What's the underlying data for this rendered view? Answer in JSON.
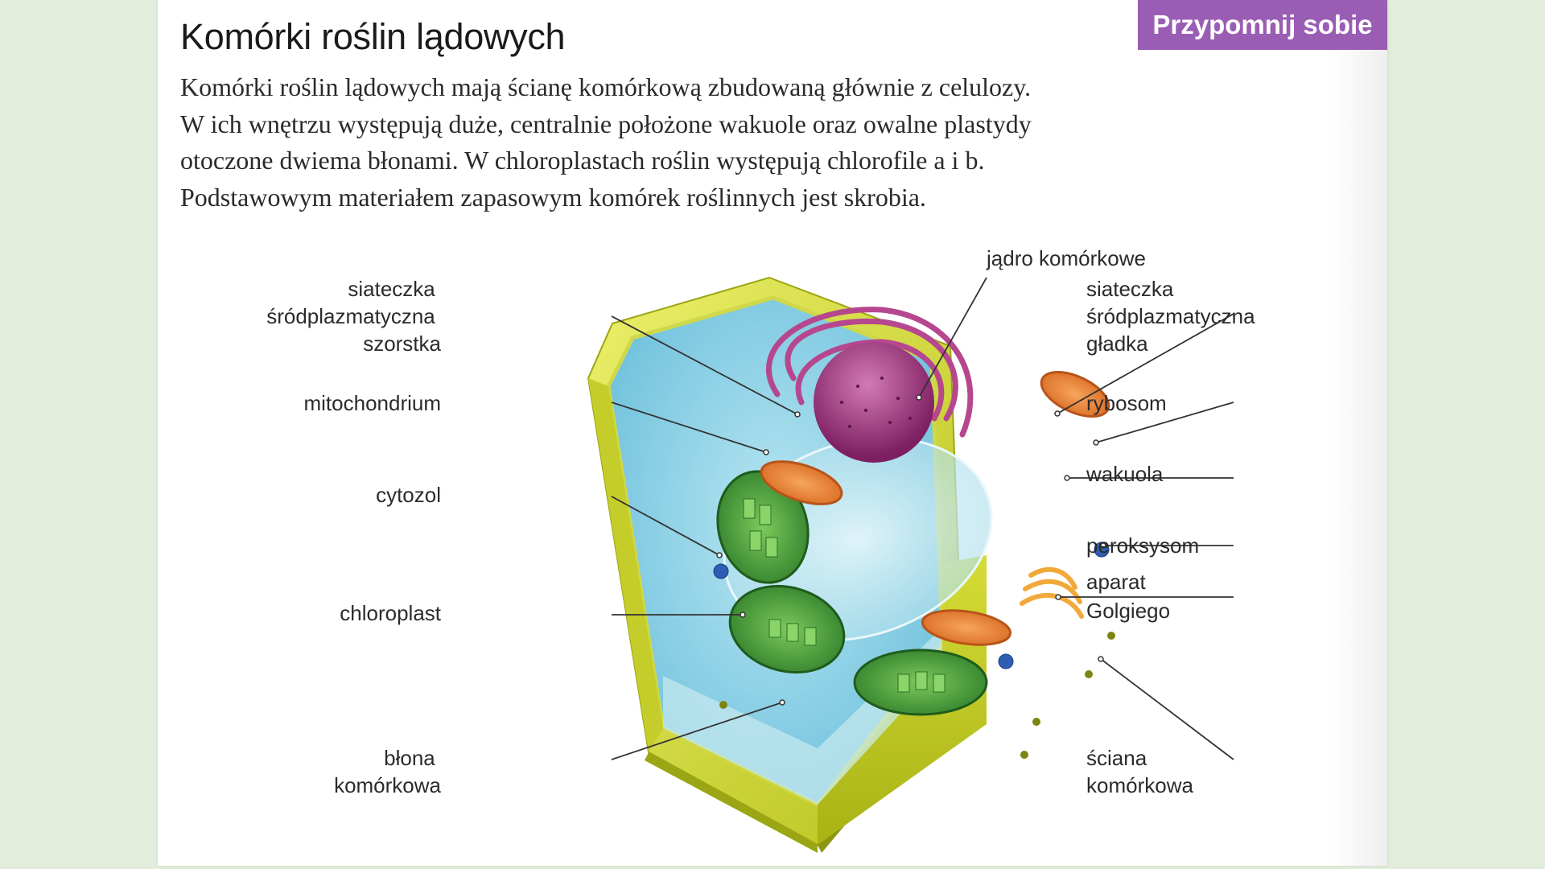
{
  "header": {
    "title": "Komórki roślin lądowych",
    "badge": "Przypomnij sobie"
  },
  "paragraph": [
    "Komórki roślin lądowych mają ścianę komórkową zbudowaną głównie z celulozy.",
    "W ich wnętrzu występują duże, centralnie położone wakuole oraz owalne plastydy",
    "otoczone dwiema błonami. W chloroplastach roślin występują chlorofile a i b.",
    "Podstawowym materiałem zapasowym komórek roślinnych jest skrobia."
  ],
  "labels": {
    "nucleus": [
      "jądro komórkowe"
    ],
    "rough_er": [
      "siateczka",
      "śródplazmatyczna",
      "szorstka"
    ],
    "mitochondrium": [
      "mitochondrium"
    ],
    "cytosol": [
      "cytozol"
    ],
    "chloroplast": [
      "chloroplast"
    ],
    "membrane": [
      "błona",
      "komórkowa"
    ],
    "smooth_er": [
      "siateczka",
      "śródplazmatyczna",
      "gładka"
    ],
    "ribosome": [
      "rybosom"
    ],
    "vacuole": [
      "wakuola"
    ],
    "peroxisome": [
      "peroksysom"
    ],
    "golgi": [
      "aparat",
      "Golgiego"
    ],
    "wall": [
      "ściana",
      "komórkowa"
    ]
  },
  "colors": {
    "badge": "#9a5db4",
    "cell_wall": "#d9df3a",
    "cytoplasm": "#8fd3e6",
    "nucleus": "#a5347f",
    "chloroplast": "#3f9a35",
    "mitochondrium": "#f08a3c"
  }
}
